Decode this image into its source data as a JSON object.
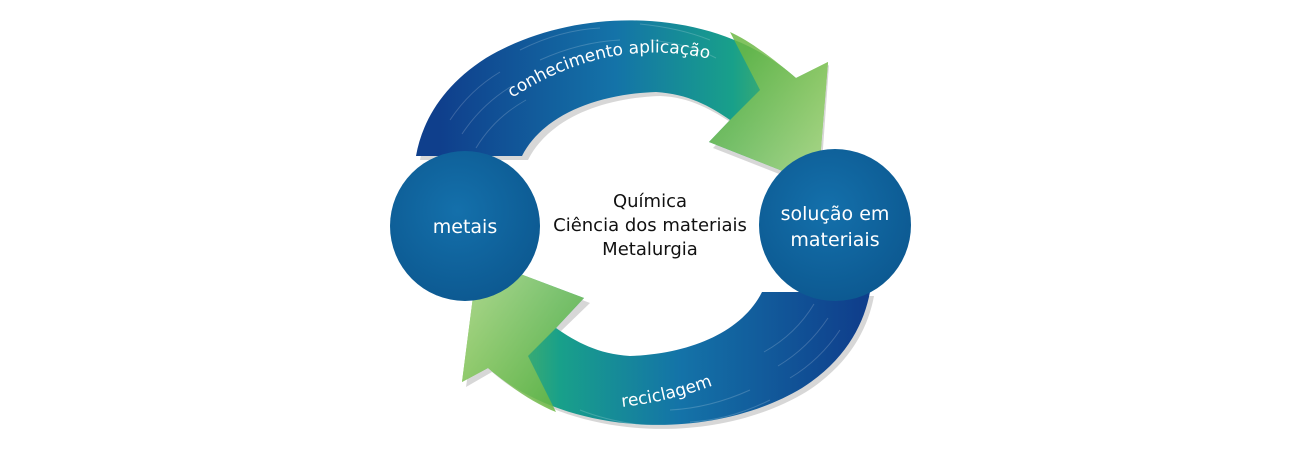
{
  "diagram": {
    "nodes": {
      "left": {
        "label": "metais"
      },
      "right": {
        "lines": [
          "solução em",
          "materiais"
        ]
      }
    },
    "center": {
      "lines": [
        "Química",
        "Ciência dos materiais",
        "Metalurgia"
      ]
    },
    "arrows": {
      "top": {
        "label": "conhecimento aplicação"
      },
      "bottom": {
        "label": "reciclagem"
      }
    },
    "colors": {
      "node_fill": "#0e5f9a",
      "arrow_dark_blue": "#0f3f8c",
      "arrow_teal": "#18a08a",
      "arrow_green": "#7cc045",
      "arrow_shadow": "#c9c9c9"
    }
  }
}
